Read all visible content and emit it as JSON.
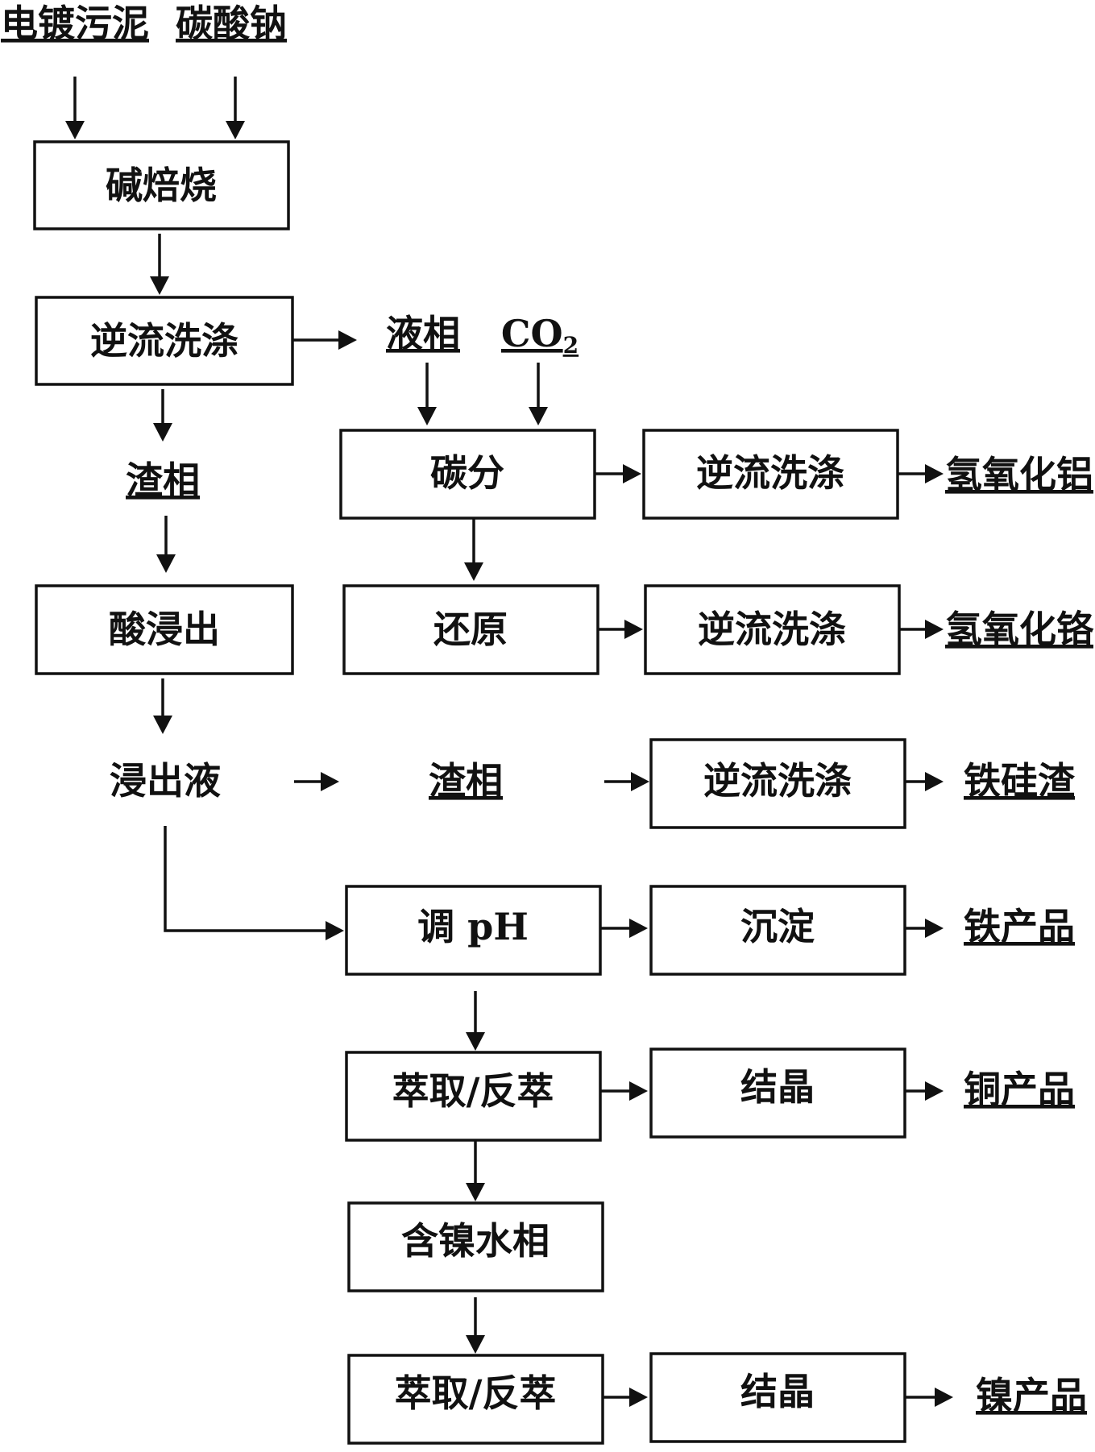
{
  "inputs": {
    "sludge": "电镀污泥",
    "sodium_carbonate": "碳酸钠",
    "liquid_phase": "液相",
    "co2_base": "CO",
    "co2_sub": "2"
  },
  "steps": {
    "alkali_roast": "碱焙烧",
    "counter_wash_1": "逆流洗涤",
    "residue_1": "渣相",
    "acid_leach": "酸浸出",
    "leachate": "浸出液",
    "carbonation": "碳分",
    "counter_wash_al": "逆流洗涤",
    "reduction": "还原",
    "counter_wash_cr": "逆流洗涤",
    "residue_2": "渣相",
    "counter_wash_fe": "逆流洗涤",
    "adjust_ph": "调 pH",
    "precipitate": "沉淀",
    "extract_1": "萃取/反萃",
    "crystallize_cu": "结晶",
    "ni_aqueous": "含镍水相",
    "extract_2": "萃取/反萃",
    "crystallize_ni": "结晶"
  },
  "products": {
    "aluminum_hydroxide": "氢氧化铝",
    "chromium_hydroxide": "氢氧化铬",
    "iron_silicon_residue": "铁硅渣",
    "iron_product": "铁产品",
    "copper_product": "铜产品",
    "nickel_product": "镍产品"
  }
}
